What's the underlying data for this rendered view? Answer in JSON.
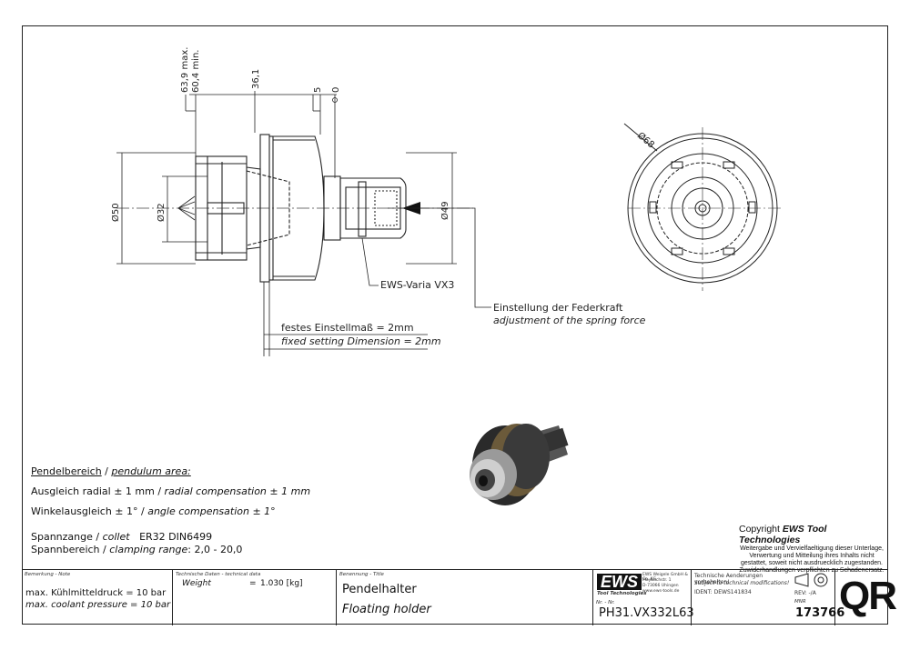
{
  "dims": {
    "max": "63,9 max.",
    "min": "60,4 min.",
    "d361": "36,1",
    "d5": "5",
    "d0": "0",
    "dia50": "Ø50",
    "dia32": "Ø32",
    "dia49": "Ø49",
    "dia68": "Ø68"
  },
  "labels": {
    "varia": "EWS-Varia VX3",
    "spring_de": "Einstellung der Federkraft",
    "spring_en": "adjustment of the spring force",
    "fixed_de": "festes Einstellmaß = 2mm",
    "fixed_en": "fixed setting Dimension = 2mm"
  },
  "notes": {
    "pendel_de": "Pendelbereich",
    "sep": " / ",
    "pendel_en": "pendulum area:",
    "radial_de": "Ausgleich radial ± 1 mm / ",
    "radial_en": "radial compensation ± 1 mm",
    "angle_de": "Winkelausgleich ± 1° / ",
    "angle_en": "angle compensation ± 1°",
    "collet_de": "Spannzange / ",
    "collet_en": "collet",
    "collet_val": "ER32   DIN6499",
    "range_de": "Spannbereich / ",
    "range_en": "clamping range",
    "range_val": ": 2,0 - 20,0"
  },
  "copyright": {
    "prefix": "Copyright ",
    "brand": "EWS Tool Technologies",
    "text": "Weitergabe und Vervielfaeltigung dieser Unterlage, Verwertung und Mitteilung ihres Inhalts nicht gestattet, soweit nicht ausdruecklich zugestanden. Zuwiderhandlungen verpflichten zu Schadenersatz."
  },
  "titleblock": {
    "bemerkung_label": "Bemerkung - Note",
    "coolant_de": "max. Kühlmitteldruck = 10 bar",
    "coolant_en": "max. coolant pressure = 10 bar",
    "techdata_label": "Technische Daten - technical data",
    "weight_label": "Weight",
    "weight_eq": "=",
    "weight_val": "1.030 [kg]",
    "title_label": "Benennung - Title",
    "title_de": "Pendelhalter",
    "title_en": "Floating holder",
    "logo": "EWS",
    "logo_sub": "Tool Technologies",
    "company": "EWS Weigele GmbH & Co. KG",
    "address1": "Maybachstr. 1",
    "address2": "D-73066 Uhingen",
    "web": "www.ews-tools.de",
    "nr_label": "Nr. - Nr.",
    "part_nr": "PH31.VX332L63",
    "tech_change_de": "Technische Aenderungen vorbehalten!",
    "tech_change_en": "Subject to technical modifications!",
    "ident": "IDENT: DEWS141834",
    "rev": "REV: -/A",
    "mnr_label": "MNR",
    "mnr": "173766",
    "qr": "QR"
  }
}
